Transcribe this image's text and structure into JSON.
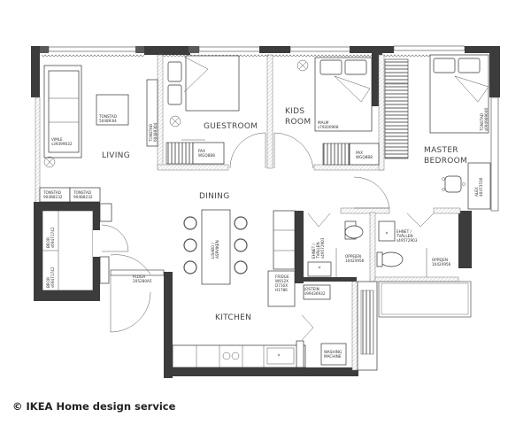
{
  "plan": {
    "rooms": {
      "living": "LIVING",
      "guestroom": "GUESTROOM",
      "kids_room_line1": "KIDS",
      "kids_room_line2": "ROOM",
      "master_line1": "MASTER",
      "master_line2": "BEDROOM",
      "dining": "DINING",
      "kitchen": "KITCHEN"
    },
    "furniture": {
      "tonstad_coffee": [
        "TONSTAD",
        "504893l4"
      ],
      "tonstad_living_side": [
        "TONSTAD",
        "60489304"
      ],
      "vimle_sofa": [
        "VIMLE",
        "s39399032"
      ],
      "tonstad_bottom_left": [
        "TONSTAD",
        "904B8232"
      ],
      "tonstad_bottom_right": [
        "TONSTAD",
        "904B8232"
      ],
      "pax_guest": [
        "PAX",
        "WGQ8B8"
      ],
      "malm_kids": [
        "MALM",
        "s79200968"
      ],
      "pax_kids": [
        "PAX",
        "WGQ8B8"
      ],
      "tonstad_master": [
        "TONSTAD",
        "s094989040"
      ],
      "alex_master": [
        "ALEX",
        "40473530"
      ],
      "brimnes_1": [
        "BROR",
        "s69471742"
      ],
      "brimnes_2": [
        "BROR",
        "s69471742"
      ],
      "ploga": [
        "PLOGA",
        "205280A5"
      ],
      "dining_table": [
        "LISABO /",
        "ASPVIKEN"
      ],
      "fridge": [
        "FRIDGE",
        "W912X",
        "D716X",
        "H1786"
      ],
      "josten": [
        "JOSTEIN",
        "s99436932"
      ],
      "ehnet_bath1": [
        "EHNET /",
        "TVÄLLEN",
        "s49572903"
      ],
      "oppejen_bath1": [
        "OPPEJEN",
        "10424956"
      ],
      "ehnet_bath2": [
        "EHNET /",
        "TVÄLLEN",
        "s49572903"
      ],
      "oppejen_bath2": [
        "OPPEJEN",
        "10424956"
      ],
      "washing_machine": [
        "WASHING",
        "MACHINE"
      ]
    }
  },
  "footer": {
    "copyright": "© IKEA Home design service"
  },
  "colors": {
    "wall": "#3c3c3c",
    "line": "#333333",
    "background": "#ffffff"
  }
}
